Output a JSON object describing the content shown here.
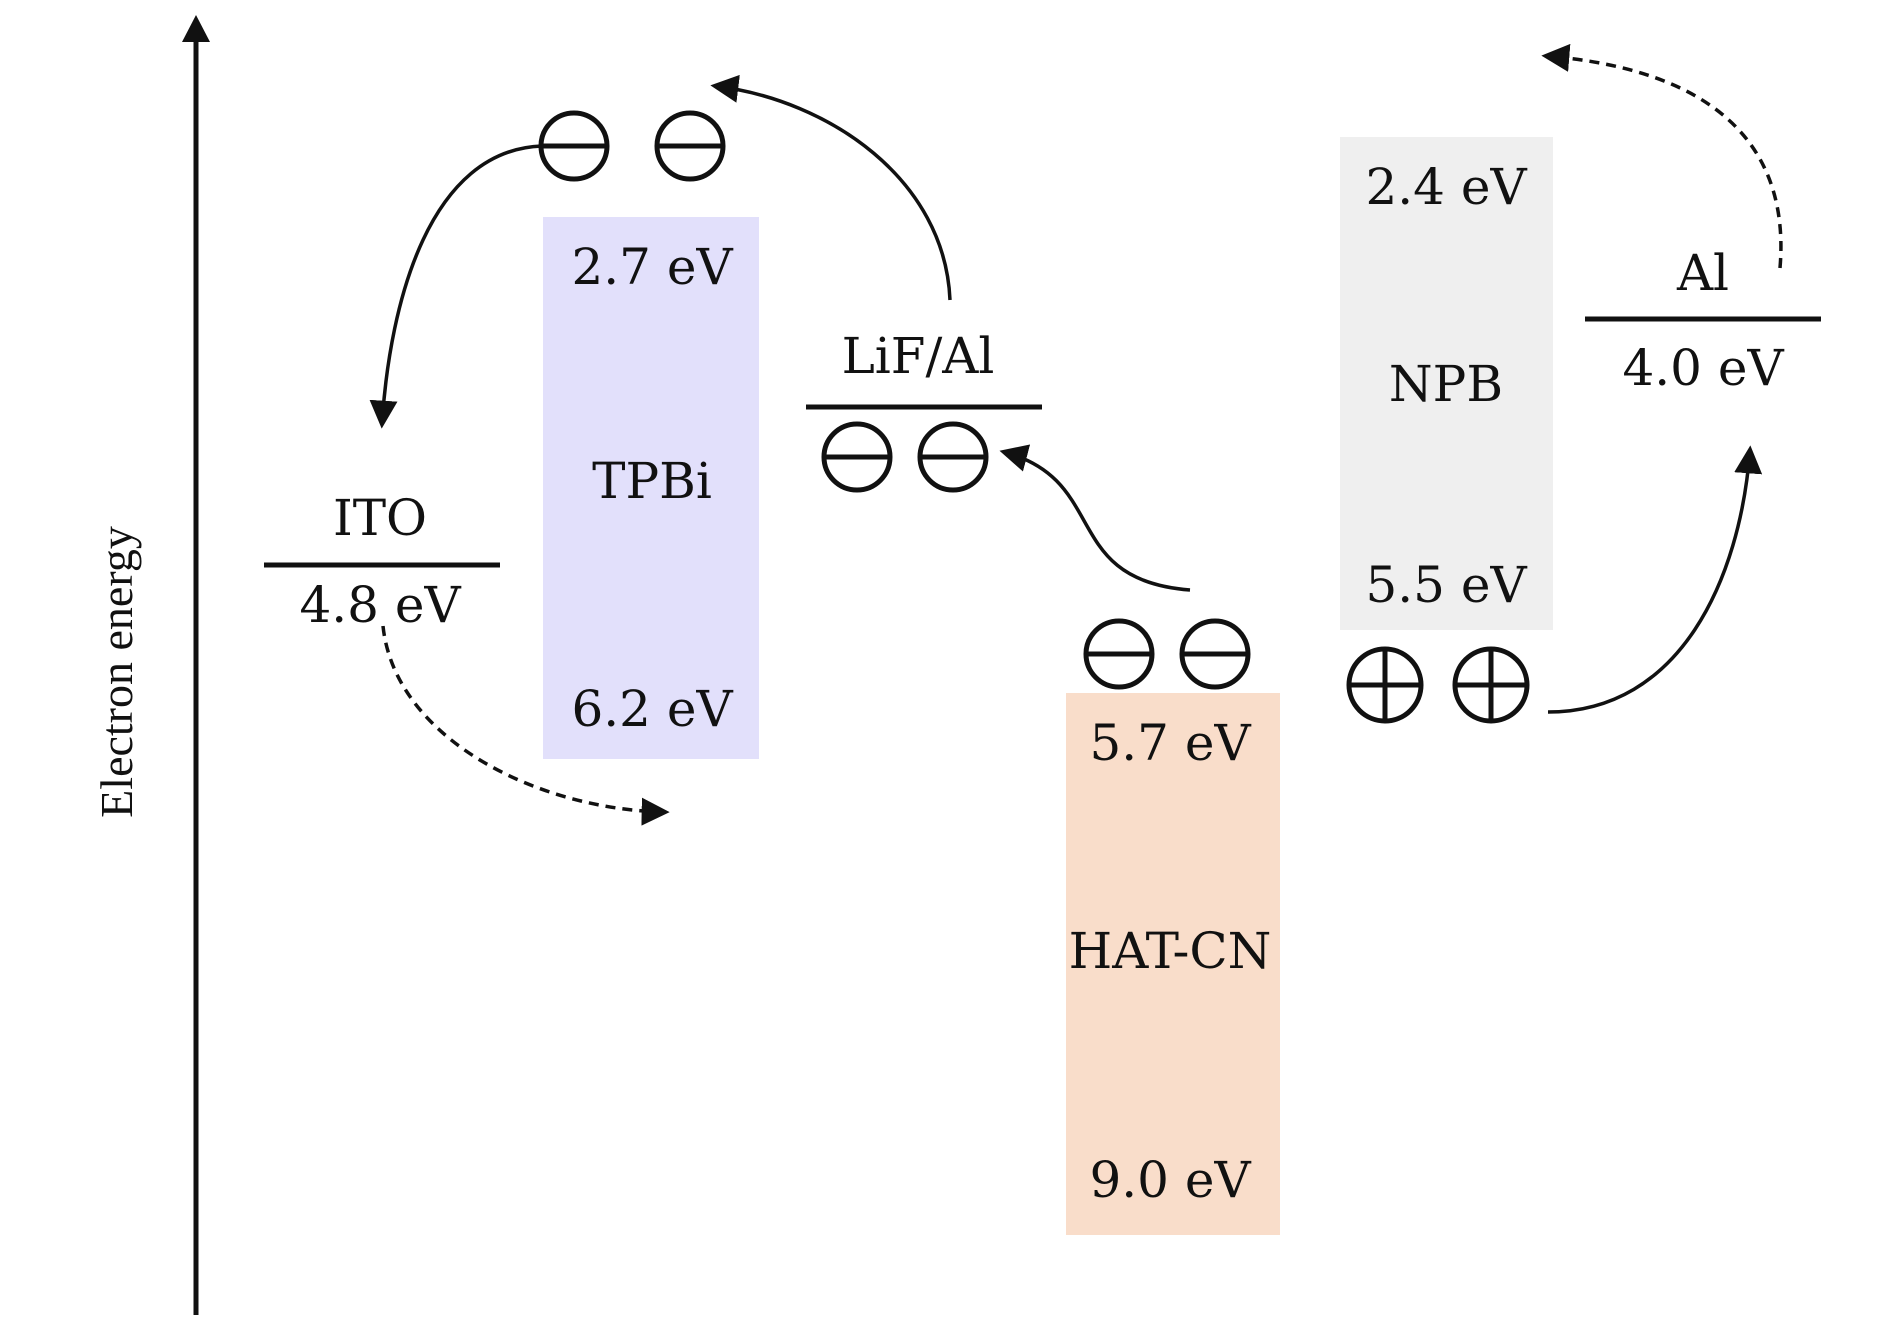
{
  "axis": {
    "label": "Electron energy"
  },
  "layers": [
    {
      "id": "ito",
      "name": "ITO",
      "work_function": "4.8 eV"
    },
    {
      "id": "tpbi",
      "name": "TPBi",
      "lumo": "2.7 eV",
      "homo": "6.2 eV",
      "color": "#e2e0fb"
    },
    {
      "id": "lif",
      "name": "LiF/Al"
    },
    {
      "id": "hatcn",
      "name": "HAT-CN",
      "lumo": "5.7 eV",
      "homo": "9.0 eV",
      "color": "#f9ddca"
    },
    {
      "id": "npb",
      "name": "NPB",
      "lumo": "2.4 eV",
      "homo": "5.5 eV",
      "color": "#efefef"
    },
    {
      "id": "al",
      "name": "Al",
      "work_function": "4.0 eV"
    }
  ],
  "carriers": {
    "electron_symbol": "minus-circle",
    "hole_symbol": "plus-circle"
  }
}
